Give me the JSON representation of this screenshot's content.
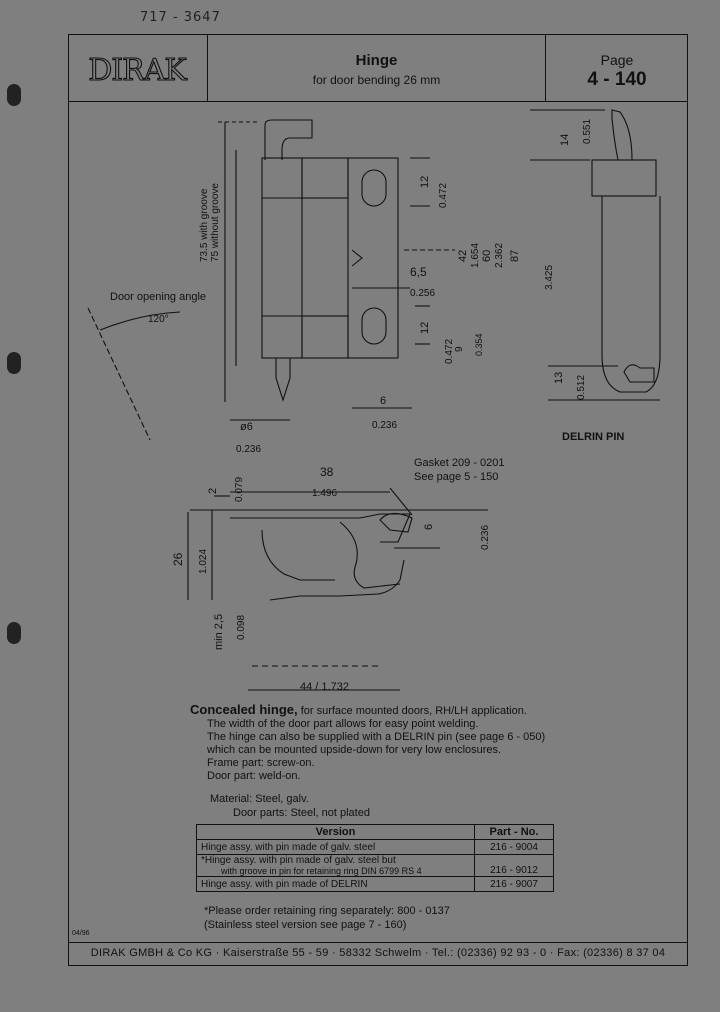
{
  "handwritten_note": "717 - 3647",
  "header": {
    "logo": "DIRAK",
    "title": "Hinge",
    "subtitle": "for door bending 26 mm",
    "page_label": "Page",
    "page_number": "4 - 140"
  },
  "drawing_top": {
    "dim_73_5": "73.5 with groove",
    "dim_75": "75 without groove",
    "dim_12_a": "12",
    "dim_0472_a": "0.472",
    "dim_42": "42",
    "dim_1654": "1.654",
    "dim_60": "60",
    "dim_2362": "2.362",
    "dim_87": "87",
    "dim_3425": "3.425",
    "dim_6_5": "6,5",
    "dim_0256": "0.256",
    "dim_12_b": "12",
    "dim_0472_b": "0.472",
    "dim_9": "9",
    "dim_0354": "0.354",
    "dim_phi6": "ø6",
    "dim_0236_a": "0.236",
    "dim_6": "6",
    "dim_0236_b": "0.236",
    "door_angle_label": "Door opening angle",
    "door_angle_value": "120°",
    "pin_14": "14",
    "pin_0551": "0.551",
    "pin_13": "13",
    "pin_0512": "0.512",
    "delrin_label": "DELRIN PIN"
  },
  "drawing_section": {
    "dim_38": "38",
    "dim_1496": "1.496",
    "dim_2": "2",
    "dim_0079": "0.079",
    "gasket": "Gasket  209 - 0201",
    "gasket_page": "See page 5 - 150",
    "dim_6": "6",
    "dim_0236": "0.236",
    "dim_26": "26",
    "dim_1024": "1.024",
    "dim_2_5": "min 2,5",
    "dim_0098": "0.098",
    "dim_44": "44 / 1.732"
  },
  "description": {
    "title": "Concealed hinge,",
    "title_rest": " for surface mounted doors, RH/LH application.",
    "lines": [
      "The width of the door part allows for easy point welding.",
      "The hinge can also be supplied with a DELRIN pin (see page 6 - 050)",
      "which can be mounted upside-down for very low enclosures.",
      "Frame part: screw-on.",
      "Door part: weld-on."
    ]
  },
  "material": {
    "line1": "Material:  Steel, galv.",
    "line2": "Door parts: Steel, not plated"
  },
  "table": {
    "headers": [
      "Version",
      "Part - No."
    ],
    "rows": [
      {
        "version": "Hinge assy. with pin made of galv. steel",
        "sub": "",
        "part": "216 - 9004"
      },
      {
        "version": "*Hinge assy. with pin made of galv. steel but",
        "sub": "with groove in pin for retaining ring DIN 6799 RS 4",
        "part": "216 - 9012"
      },
      {
        "version": "Hinge assy. with pin made of DELRIN",
        "sub": "",
        "part": "216 - 9007"
      }
    ]
  },
  "notes": {
    "line1": "*Please order retaining ring separately:  800 - 0137",
    "line2": "(Stainless steel version see page 7 - 160)"
  },
  "edition": "04/96",
  "footer": "DIRAK GMBH & Co KG  ·  Kaiserstraße 55 - 59  ·  58332 Schwelm  ·  Tel.: (02336) 92 93 - 0  ·  Fax: (02336) 8 37 04"
}
